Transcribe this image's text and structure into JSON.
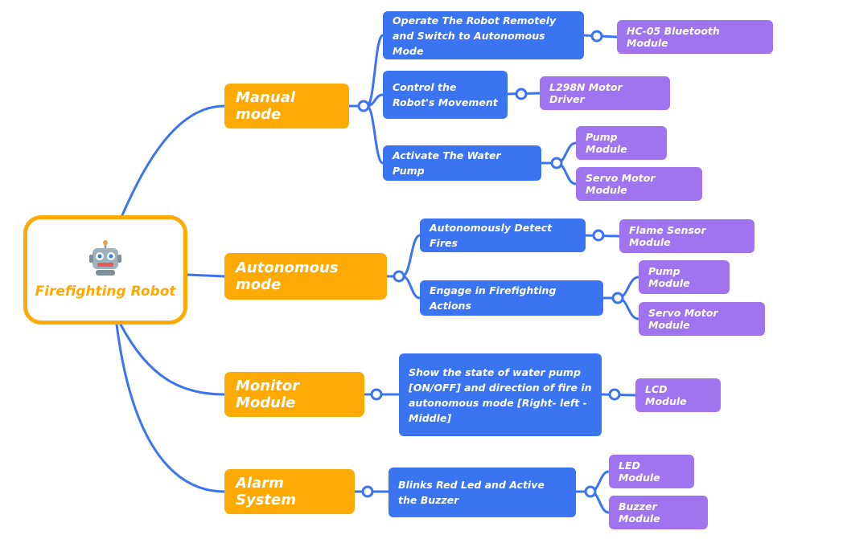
{
  "root": {
    "title": "Firefighting Robot",
    "icon": "robot-icon"
  },
  "colors": {
    "root_border": "#fdaa05",
    "category": "#fdaa05",
    "function": "#3b74f1",
    "module": "#a074ee",
    "link": "#3b74f1"
  },
  "branches": [
    {
      "label": "Manual mode",
      "functions": [
        {
          "text": "Operate The Robot Remotely and Switch to Autonomous Mode",
          "modules": [
            "HC-05 Bluetooth Module"
          ]
        },
        {
          "text": "Control the Robot's Movement",
          "modules": [
            "L298N Motor Driver"
          ]
        },
        {
          "text": "Activate The Water Pump",
          "modules": [
            "Pump Module",
            "Servo Motor Module"
          ]
        }
      ]
    },
    {
      "label": "Autonomous mode",
      "functions": [
        {
          "text": "Autonomously Detect Fires",
          "modules": [
            "Flame Sensor Module"
          ]
        },
        {
          "text": "Engage in Firefighting Actions",
          "modules": [
            "Pump Module",
            "Servo Motor Module"
          ]
        }
      ]
    },
    {
      "label": "Monitor Module",
      "functions": [
        {
          "text": "Show the state of water pump [ON/OFF] and direction of fire in autonomous mode [Right- left - Middle]",
          "modules": [
            "LCD Module"
          ]
        }
      ]
    },
    {
      "label": "Alarm System",
      "functions": [
        {
          "text": "Blinks Red Led and Active the Buzzer",
          "modules": [
            "LED Module",
            "Buzzer Module"
          ]
        }
      ]
    }
  ]
}
